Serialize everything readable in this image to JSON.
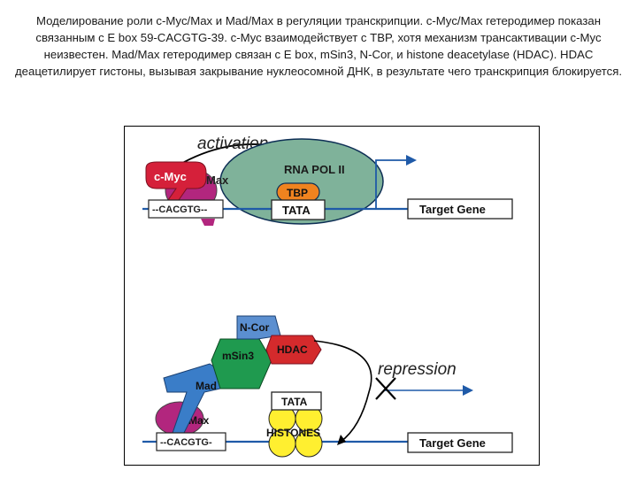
{
  "caption": {
    "text": "Моделирование роли c-Myc/Max и Mad/Max в регуляции транскрипции. c-Myc/Max гетеродимер показан связанным с E box 59-CACGTG-39. c-Myc взаимодействует с TBP, хотя механизм трансактивации c-Myc неизвестен. Mad/Max гетеродимер связан с E box, mSin3, N-Cor, и histone deacetylase (HDAC). HDAC деацетилирует гистоны, вызывая закрывание нуклеосомной ДНК, в результате чего транскрипция блокируется."
  },
  "diagram": {
    "top": {
      "activation": "activation",
      "cmyc": "c-Myc",
      "max": "Max",
      "ebox": "--CACGTG--",
      "rnapol": "RNA POL II",
      "tbp": "TBP",
      "tata": "TATA",
      "target_gene": "Target Gene"
    },
    "bottom": {
      "ncor": "N-Cor",
      "hdac": "HDAC",
      "msin3": "mSin3",
      "mad": "Mad",
      "max": "Max",
      "ebox": "--CACGTG-",
      "tata": "TATA",
      "histones": "HISTONES",
      "repression": "repression",
      "target_gene": "Target Gene"
    },
    "colors": {
      "cmyc": "#d5203a",
      "max_purple": "#b2267e",
      "rnapol_green": "#7fb29a",
      "tbp_orange": "#f0831f",
      "ncor_blue": "#5b8fd0",
      "hdac_red": "#d42a2c",
      "msin3_green": "#1f9a4f",
      "mad_blue": "#3a7dc8",
      "histone_yellow": "#ffef30",
      "dna_blue": "#1f5aa8"
    }
  }
}
